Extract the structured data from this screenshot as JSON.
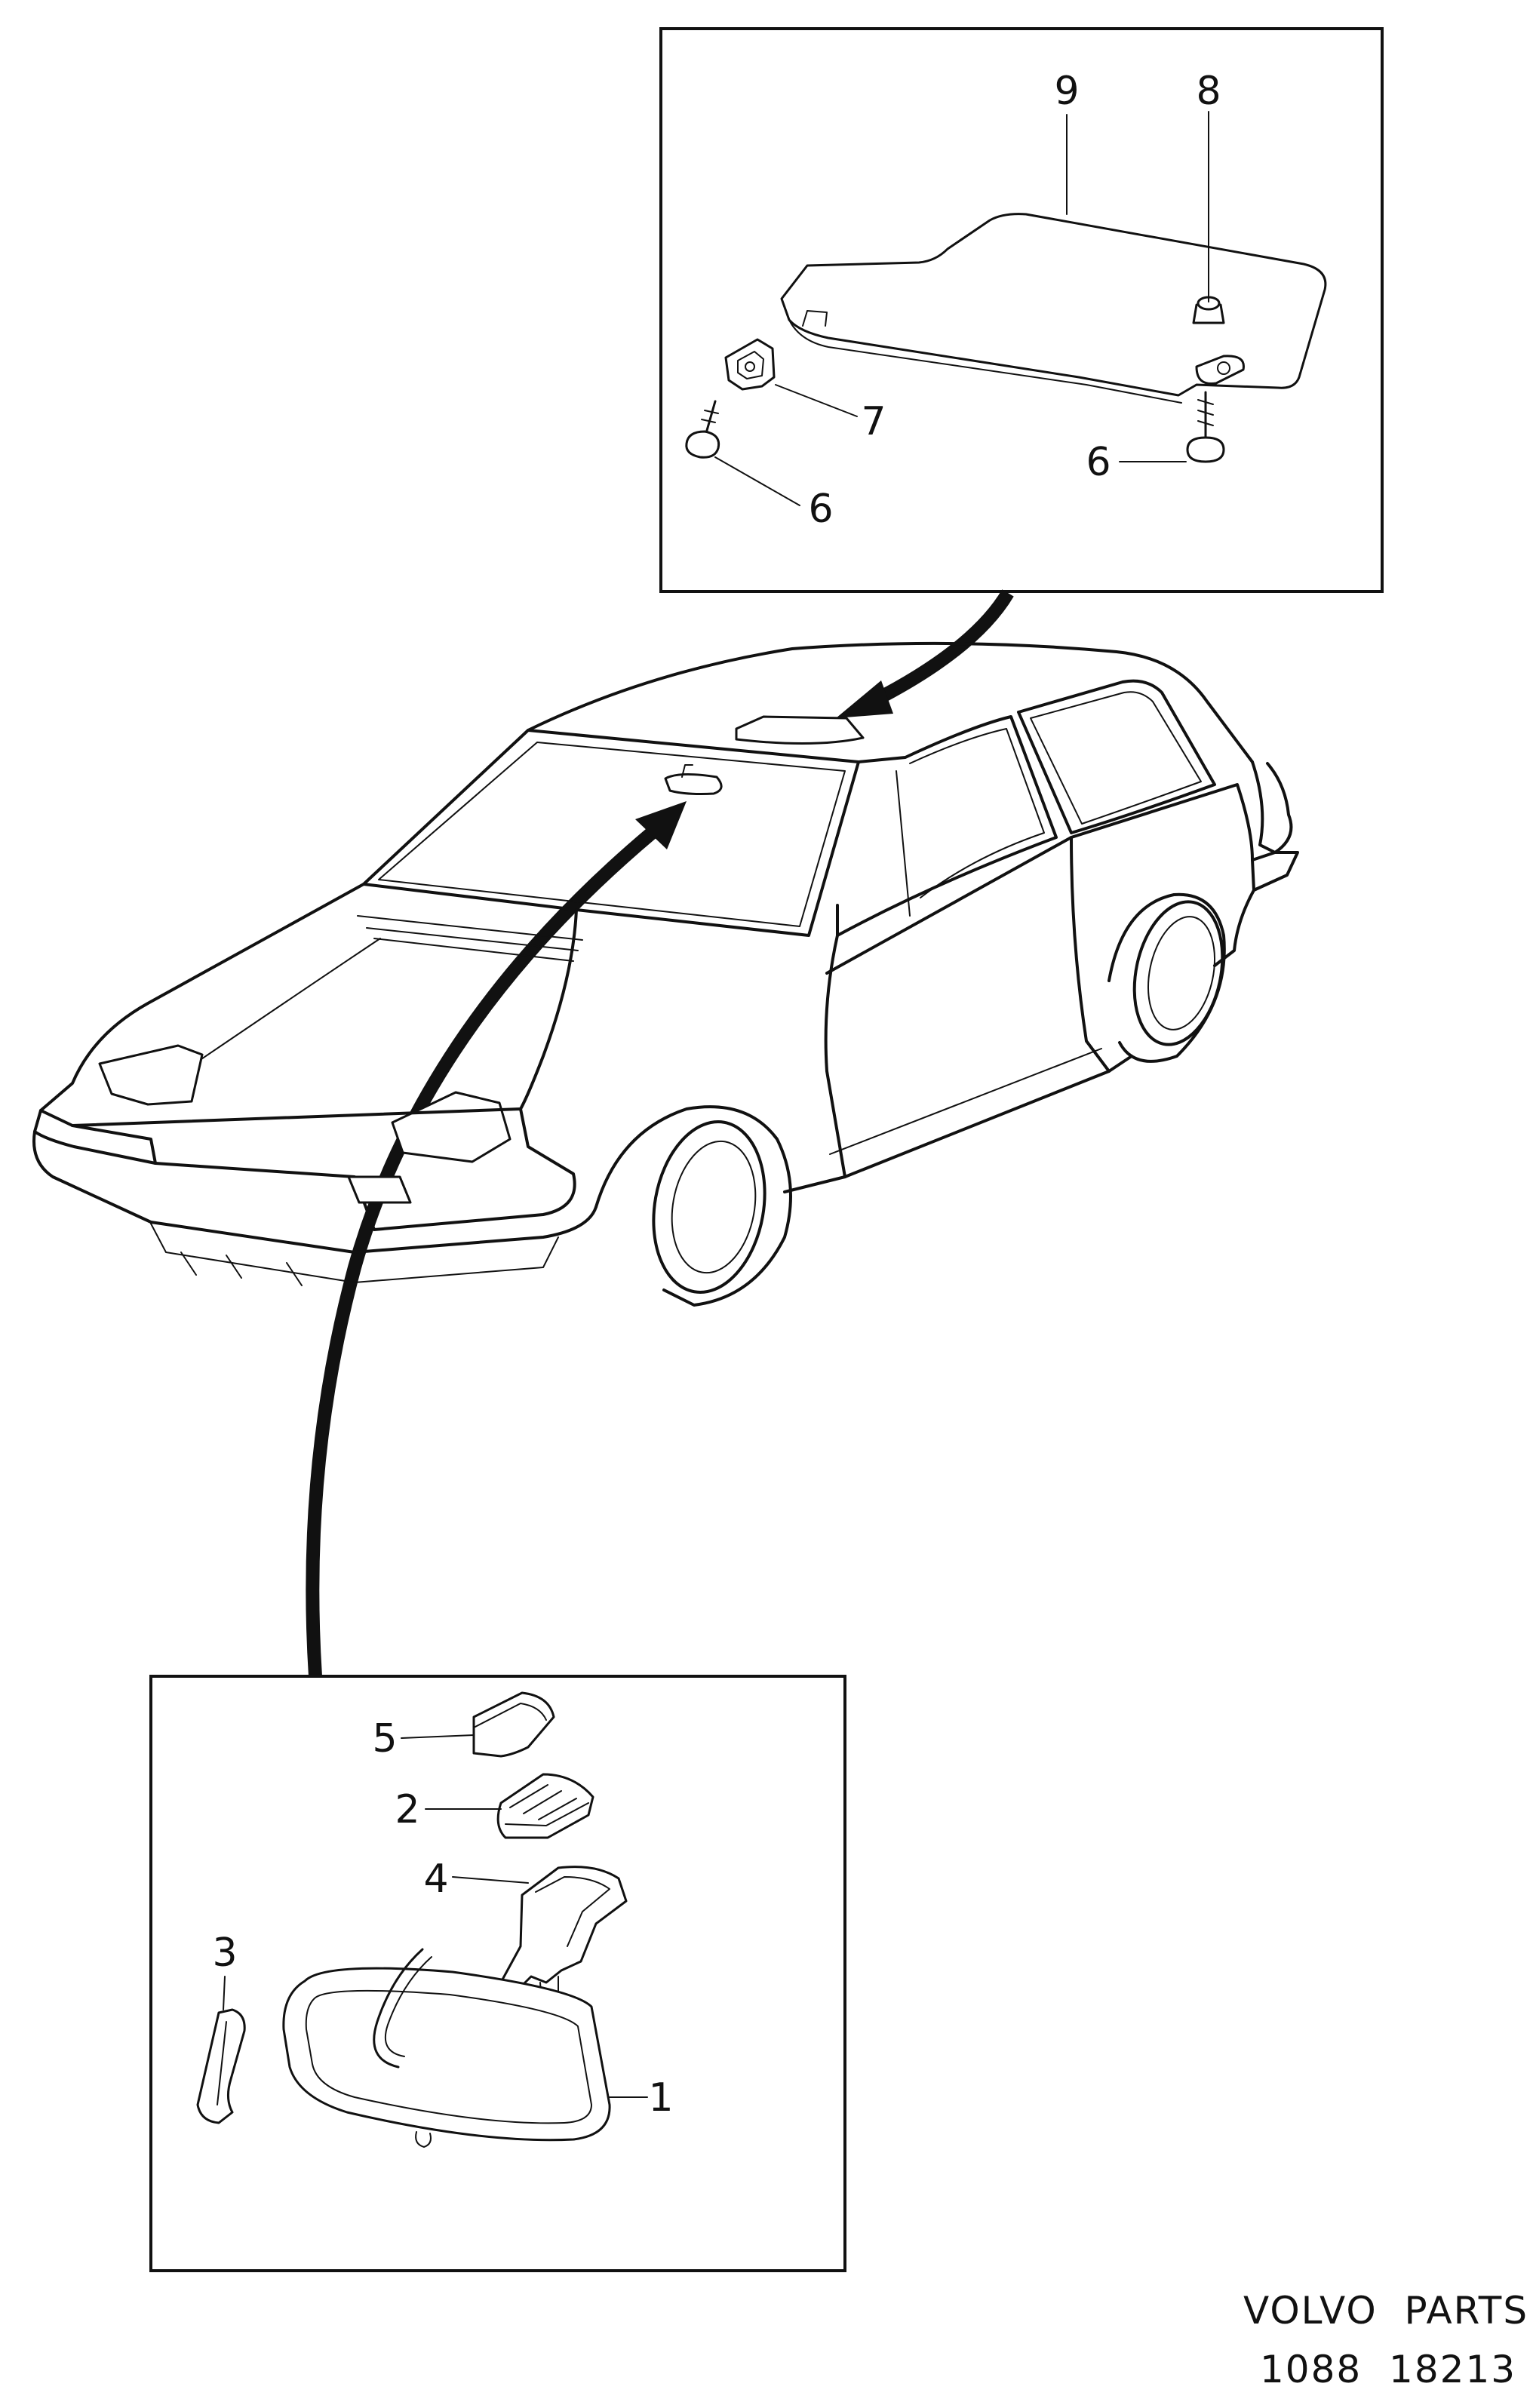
{
  "callouts": {
    "sun_visor": "9",
    "visor_clip": "8",
    "bracket": "7",
    "screw_left": "6",
    "screw_right": "6",
    "cover": "5",
    "mount_cap": "2",
    "housing": "4",
    "trim": "3",
    "mirror": "1"
  },
  "footer": {
    "brand": "VOLVO  PARTS",
    "code": "1088  18213"
  }
}
